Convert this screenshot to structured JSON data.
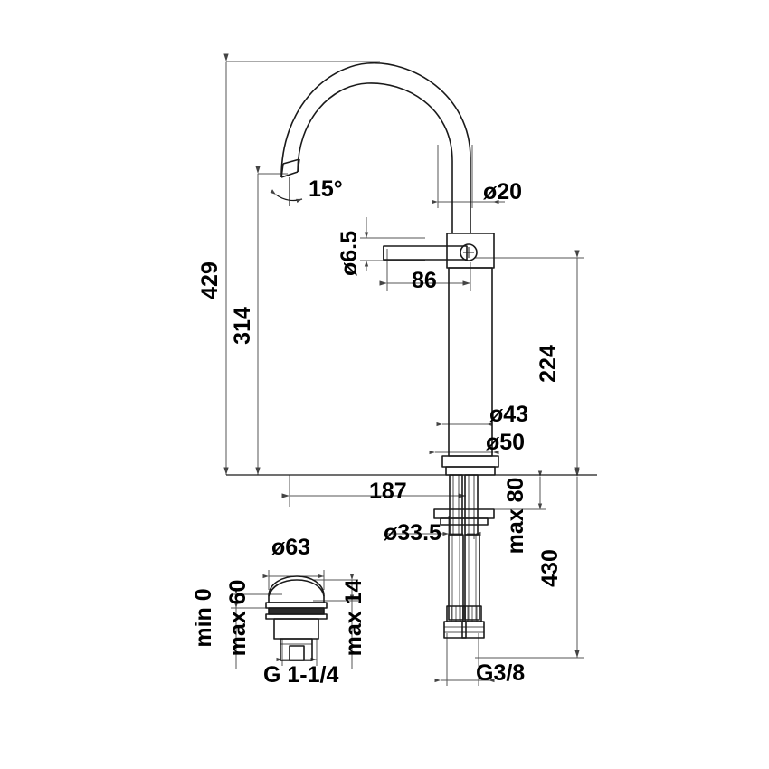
{
  "drawing": {
    "title": "Tall basin mixer tap technical dimension drawing",
    "type": "technical-line-drawing",
    "background_color": "#ffffff",
    "line_color": "#1a1a1a",
    "dimension_line_color": "#555555",
    "units": "mm"
  },
  "dimensions": {
    "overall_height": "429",
    "spout_height": "314",
    "spout_outlet_angle": "15°",
    "spout_tube_diameter": "ø20",
    "handle_thickness": "ø6.5",
    "handle_length": "86",
    "body_height_above_deck": "224",
    "column_diameter": "ø43",
    "base_flange_diameter": "ø50",
    "spout_reach": "187",
    "shank_diameter": "ø33.5",
    "max_deck_thickness": "max 80",
    "hose_length": "430",
    "supply_connection": "G3/8"
  },
  "waste_detail": {
    "cap_diameter": "ø63",
    "min_travel": "min 0",
    "max_travel": "max 60",
    "max_cap_height": "max 14",
    "thread": "G 1-1/4"
  }
}
